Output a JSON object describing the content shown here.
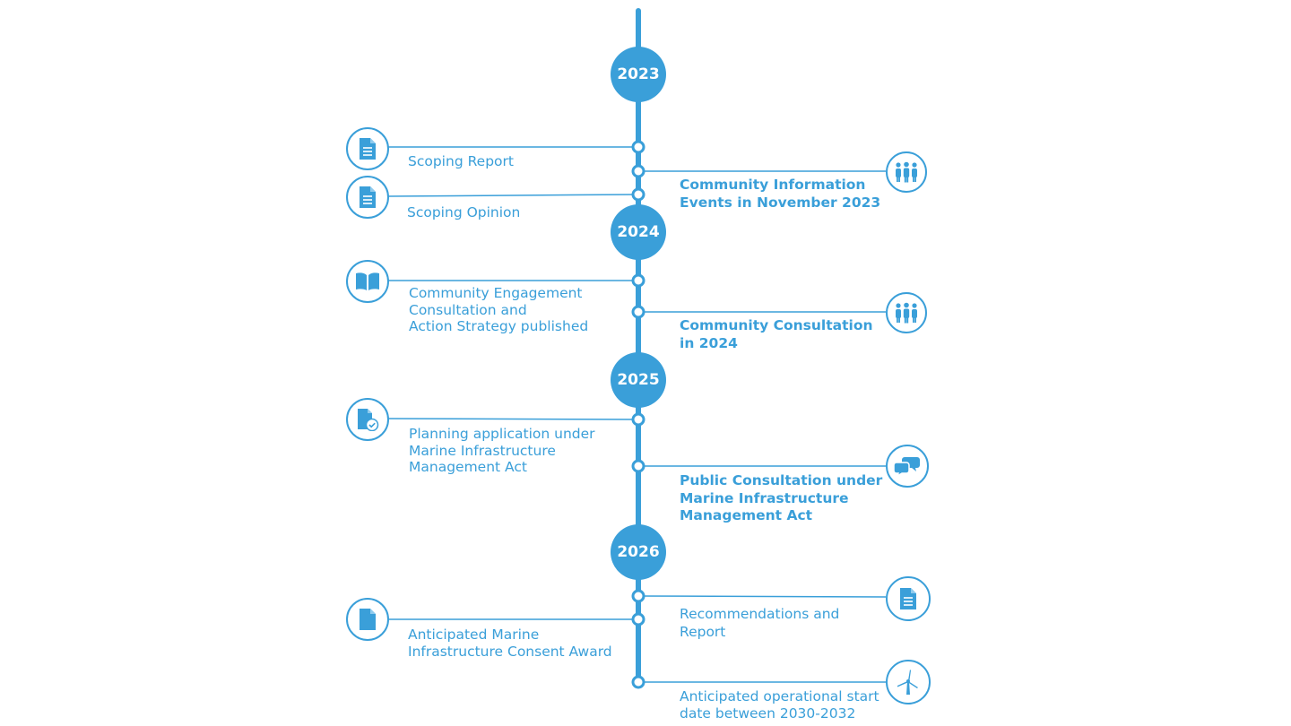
{
  "colors": {
    "accent": "#3a9fd9",
    "background": "#ffffff"
  },
  "years": [
    "2023",
    "2024",
    "2025",
    "2026"
  ],
  "milestones": [
    {
      "text": "Scoping Report",
      "side": "left",
      "icon": "document-icon"
    },
    {
      "text": "Community Information\nEvents in November 2023",
      "side": "right",
      "icon": "people-icon"
    },
    {
      "text": "Scoping Opinion",
      "side": "left",
      "icon": "document-icon"
    },
    {
      "text": "Community Engagement\nConsultation and\nAction Strategy published",
      "side": "left",
      "icon": "book-icon"
    },
    {
      "text": "Community Consultation\nin 2024",
      "side": "right",
      "icon": "people-icon"
    },
    {
      "text": "Planning application under\nMarine Infrastructure\nManagement Act",
      "side": "left",
      "icon": "document-check-icon"
    },
    {
      "text": "Public Consultation under\nMarine Infrastructure\nManagement Act",
      "side": "right",
      "icon": "chat-bubbles-icon"
    },
    {
      "text": "Recommendations and\nReport",
      "side": "right",
      "icon": "document-icon"
    },
    {
      "text": "Anticipated Marine\nInfrastructure Consent Award",
      "side": "left",
      "icon": "blank-document-icon"
    },
    {
      "text": "Anticipated operational start\ndate between 2030-2032",
      "side": "right",
      "icon": "wind-turbine-icon"
    }
  ]
}
